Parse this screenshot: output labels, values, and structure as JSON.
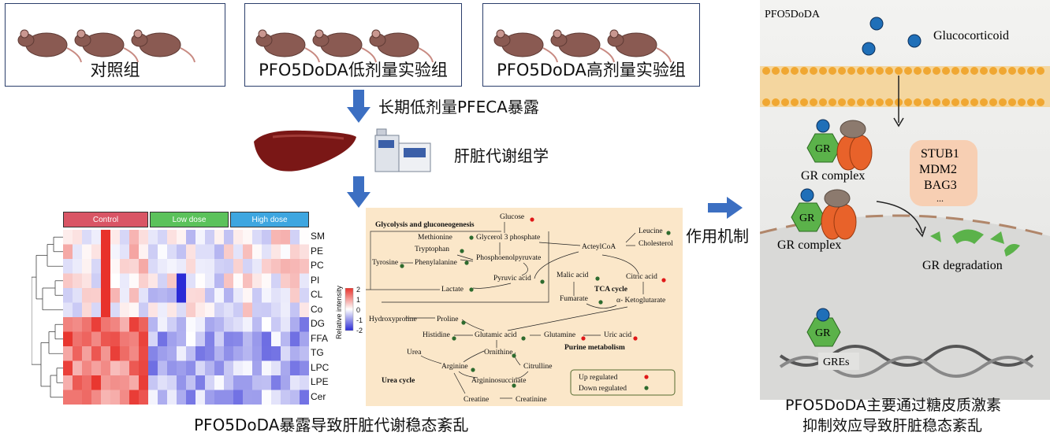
{
  "groups": {
    "control": "对照组",
    "low_dose": "PFO5DoDA低剂量实验组",
    "high_dose": "PFO5DoDA高剂量实验组"
  },
  "steps": {
    "exposure": "长期低剂量PFECA暴露",
    "metabolomics": "肝脏代谢组学",
    "mechanism": "作用机制"
  },
  "captions": {
    "left": "PFO5DoDA暴露导致肝脏代谢稳态紊乱",
    "right_line1": "PFO5DoDA主要通过糖皮质激素",
    "right_line2": "抑制效应导致肝脏稳态紊乱"
  },
  "heatmap": {
    "groups": [
      "Control",
      "Low dose",
      "High dose"
    ],
    "rows": [
      "SM",
      "PE",
      "PC",
      "PI",
      "CL",
      "Co",
      "DG",
      "FFA",
      "TG",
      "LPC",
      "LPE",
      "Cer"
    ],
    "legend_title": "Relative intensity",
    "legend_ticks": [
      "2",
      "1",
      "0",
      "-1",
      "-2"
    ],
    "colors": {
      "high": "#e8322b",
      "mid": "#ffffff",
      "low": "#2b2bd6"
    }
  },
  "pathway": {
    "glycolysis_title": "Glycolysis and gluconeogenesis",
    "tca_title": "TCA cycle",
    "purine_title": "Purine metabolism",
    "urea_title": "Urea cycle",
    "metabolites": {
      "glucose": "Glucose",
      "methionine": "Methionine",
      "glycerol3p": "Glycerol 3 phosphate",
      "tryptophan": "Tryptophan",
      "tyrosine": "Tyrosine",
      "phenylalanine": "Phenylalanine",
      "pep": "Phosphoenolpyruvate",
      "lactate": "Lactate",
      "pyruvic": "Pyruvic acid",
      "acetylcoa": "ActeylCoA",
      "leucine": "Leucine",
      "cholesterol": "Cholesterol",
      "malic": "Malic acid",
      "citric": "Citric acid",
      "fumarate": "Fumarate",
      "aketo": "α- Ketoglutarate",
      "hydroxyproline": "Hydroxyproline",
      "proline": "Proline",
      "histidine": "Histidine",
      "glutamic": "Glutamic acid",
      "glutamine": "Glutamine",
      "uric": "Uric acid",
      "urea": "Urea",
      "ornithine": "Ornithine",
      "arginine": "Arginine",
      "citrulline": "Citrulline",
      "argininosuccinate": "Argininosuccinate",
      "creatine": "Creatine",
      "creatinine": "Creatinine"
    },
    "legend": {
      "up": "Up regulated",
      "down": "Down regulated"
    },
    "colors": {
      "up": "#e01818",
      "down": "#2e6b2e",
      "bg": "#fbe7c9"
    }
  },
  "mechanism": {
    "compound": "PFO5DoDA",
    "ligand": "Glucocorticoid",
    "receptor": "GR",
    "complex": "GR complex",
    "e3_1": "STUB1",
    "e3_2": "MDM2",
    "e3_3": "BAG3",
    "e3_more": "...",
    "degradation": "GR degradation",
    "gres": "GREs"
  }
}
